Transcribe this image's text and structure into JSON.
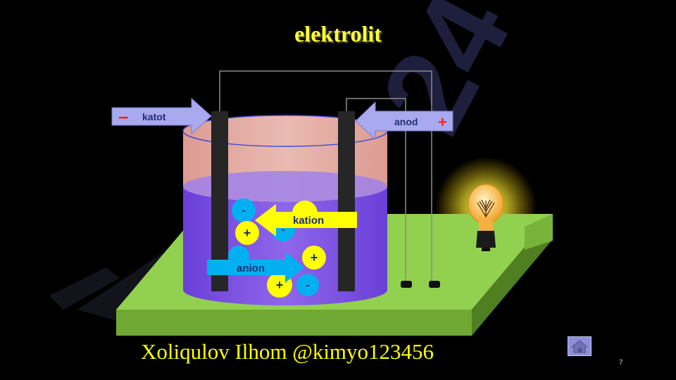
{
  "title": "elektrolit",
  "labels": {
    "cathode": "katot",
    "anode": "anod",
    "cation": "kation",
    "anion": "anion",
    "minus": "–",
    "plus": "+"
  },
  "ions": {
    "cation_sign": "+",
    "anion_sign": "-"
  },
  "watermark": "24",
  "author": "Xoliqulov Ilhom @kimyo123456",
  "page_number": "7",
  "home_button": {
    "icon": "home-icon"
  },
  "colors": {
    "title": "#ffff33",
    "board": "#92d050",
    "solution": "#7f55e0",
    "cation": "#ffff00",
    "anion": "#00b0f0",
    "electrode": "#262626",
    "arrow": "#a9a9f0"
  }
}
